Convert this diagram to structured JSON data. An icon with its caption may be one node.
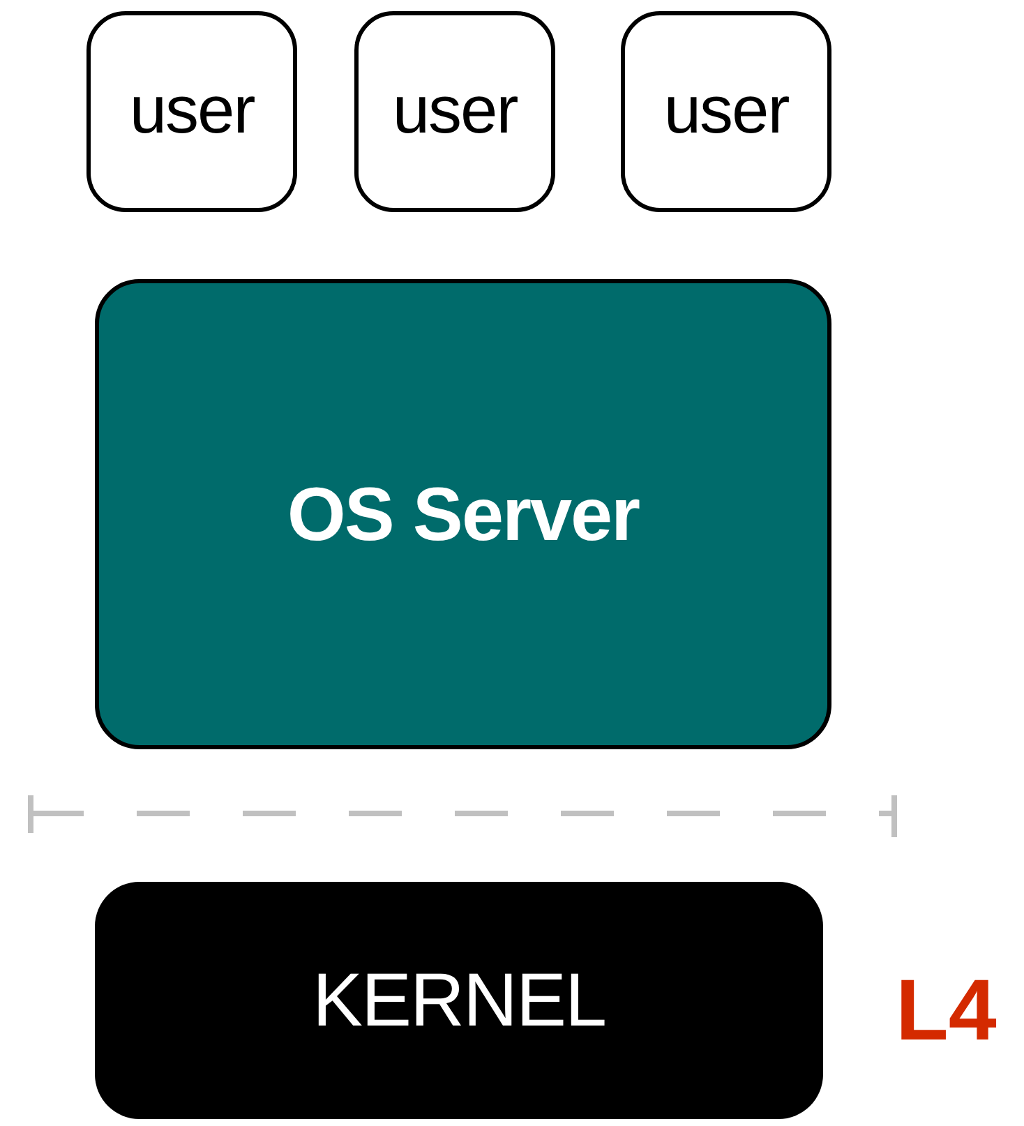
{
  "diagram": {
    "nodes": [
      {
        "text": [
          "user"
        ]
      },
      {
        "text": [
          "user"
        ]
      },
      {
        "text": [
          "user"
        ]
      },
      {
        "text": [
          "OS Server"
        ]
      },
      {
        "text": [
          "KERNEL"
        ]
      }
    ],
    "labels": [
      "L4"
    ]
  }
}
